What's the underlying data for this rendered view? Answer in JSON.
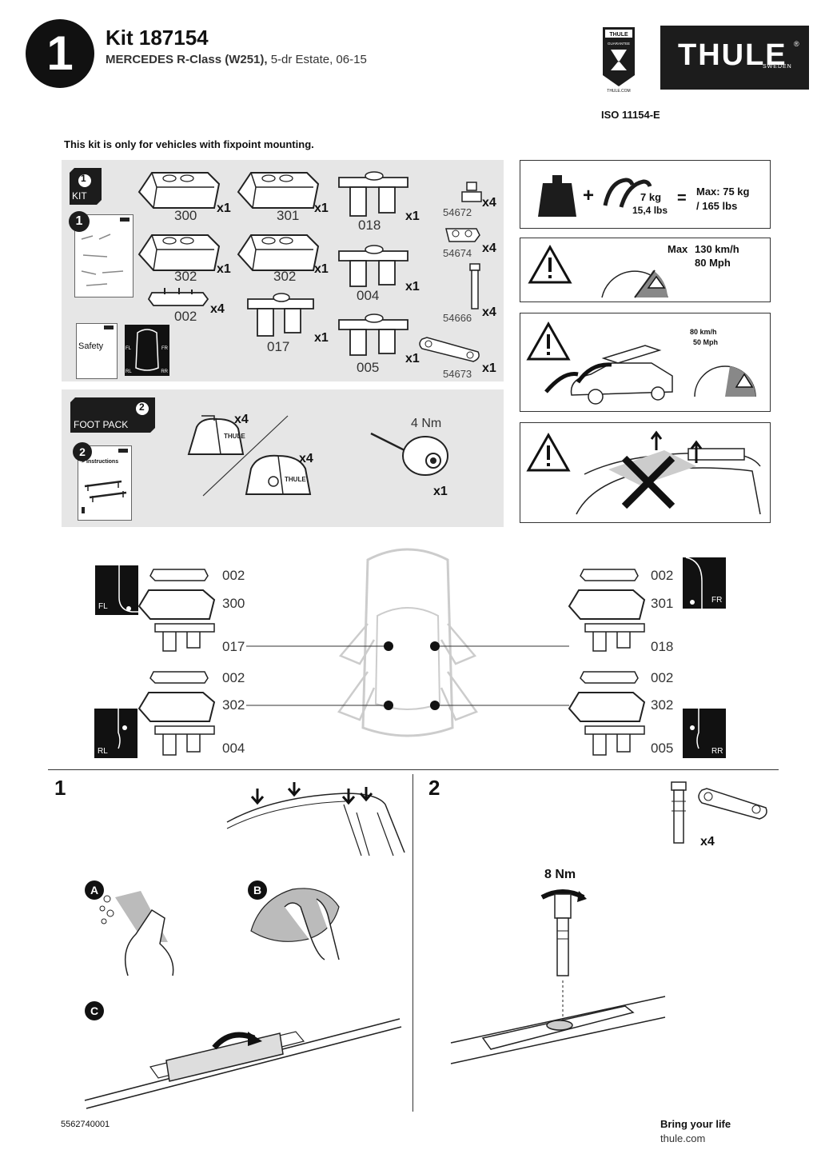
{
  "header": {
    "step_number": "1",
    "kit_title": "Kit 187154",
    "vehicle_model": "MERCEDES R-Class (W251),",
    "vehicle_details": " 5-dr Estate, 06-15",
    "brand": "THULE",
    "brand_sub": "SWEDEN",
    "guarantee_top": "THULE",
    "guarantee_mid": "GUARANTEE",
    "guarantee_url": "THULE.COM",
    "iso": "ISO 11154-E"
  },
  "notice": "This kit is only for vehicles with fixpoint mounting.",
  "kit_panel": {
    "badge_num": "1",
    "badge_label": "KIT",
    "instr_num": "1",
    "safety_label": "Safety",
    "corners": {
      "fl": "FL",
      "fr": "FR",
      "rl": "RL",
      "rr": "RR"
    },
    "parts": [
      {
        "code": "300",
        "qty": "x1"
      },
      {
        "code": "301",
        "qty": "x1"
      },
      {
        "code": "302",
        "qty": "x1"
      },
      {
        "code": "302",
        "qty": "x1"
      },
      {
        "code": "002",
        "qty": "x4"
      },
      {
        "code": "017",
        "qty": "x1"
      },
      {
        "code": "018",
        "qty": "x1"
      },
      {
        "code": "004",
        "qty": "x1"
      },
      {
        "code": "005",
        "qty": "x1"
      },
      {
        "code": "54672",
        "qty": "x4"
      },
      {
        "code": "54674",
        "qty": "x4"
      },
      {
        "code": "54666",
        "qty": "x4"
      },
      {
        "code": "54673",
        "qty": "x1"
      }
    ]
  },
  "foot_panel": {
    "badge_num": "2",
    "badge_label": "FOOT PACK",
    "instr_num": "2",
    "instr_label": "> Instructions",
    "foot_qty_1": "x4",
    "foot_qty_2": "x4",
    "brand_on_foot": "THULE",
    "torque": "4 Nm",
    "tool_qty": "x1"
  },
  "warnings": {
    "load_weight": "7 kg",
    "load_weight_lbs": "15,4 lbs",
    "load_max": "Max: 75 kg",
    "load_max_lbs": "/ 165 lbs",
    "speed_max": "Max",
    "speed_kmh": "130 km/h",
    "speed_mph": "80 Mph",
    "side_kmh": "80 km/h",
    "side_mph": "50 Mph"
  },
  "positions": {
    "left": [
      "002",
      "300",
      "017",
      "002",
      "302",
      "004"
    ],
    "right": [
      "002",
      "301",
      "018",
      "002",
      "302",
      "005"
    ],
    "fl": "FL",
    "fr": "FR",
    "rl": "RL",
    "rr": "RR"
  },
  "steps": {
    "step1": "1",
    "step2": "2",
    "a": "A",
    "b": "B",
    "c": "C",
    "bolt_qty": "x4",
    "torque": "8 Nm"
  },
  "footer": {
    "doc_number": "5562740001",
    "tagline": "Bring your life",
    "url": "thule.com"
  }
}
